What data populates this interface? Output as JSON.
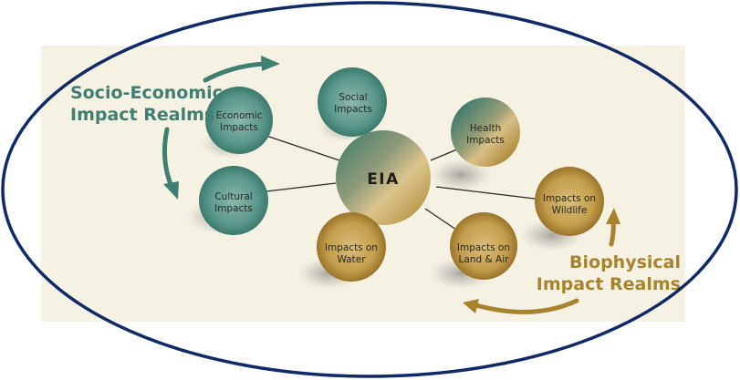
{
  "diagram": {
    "center": {
      "label": "EIA"
    },
    "realms": {
      "socio_economic": {
        "lines": [
          "Socio-Economic",
          "Impact Realms"
        ],
        "color": "#3f7f72"
      },
      "biophysical": {
        "lines": [
          "Biophysical",
          "Impact Realms"
        ],
        "color": "#a8832e"
      }
    },
    "nodes": [
      {
        "id": "economic",
        "lines": [
          "Economic",
          "Impacts"
        ],
        "realm": "socio-economic"
      },
      {
        "id": "social",
        "lines": [
          "Social",
          "Impacts"
        ],
        "realm": "socio-economic"
      },
      {
        "id": "health",
        "lines": [
          "Health",
          "Impacts"
        ],
        "realm": "mixed"
      },
      {
        "id": "cultural",
        "lines": [
          "Cultural",
          "Impacts"
        ],
        "realm": "socio-economic"
      },
      {
        "id": "water",
        "lines": [
          "Impacts on",
          "Water"
        ],
        "realm": "biophysical"
      },
      {
        "id": "land-air",
        "lines": [
          "Impacts on",
          "Land & Air"
        ],
        "realm": "biophysical"
      },
      {
        "id": "wildlife",
        "lines": [
          "Impacts on",
          "Wildlife"
        ],
        "realm": "biophysical"
      }
    ],
    "colors": {
      "background": "#f6f2e3",
      "outline": "#0f2a66",
      "teal": "#3f7f72",
      "gold": "#a8832e"
    }
  }
}
